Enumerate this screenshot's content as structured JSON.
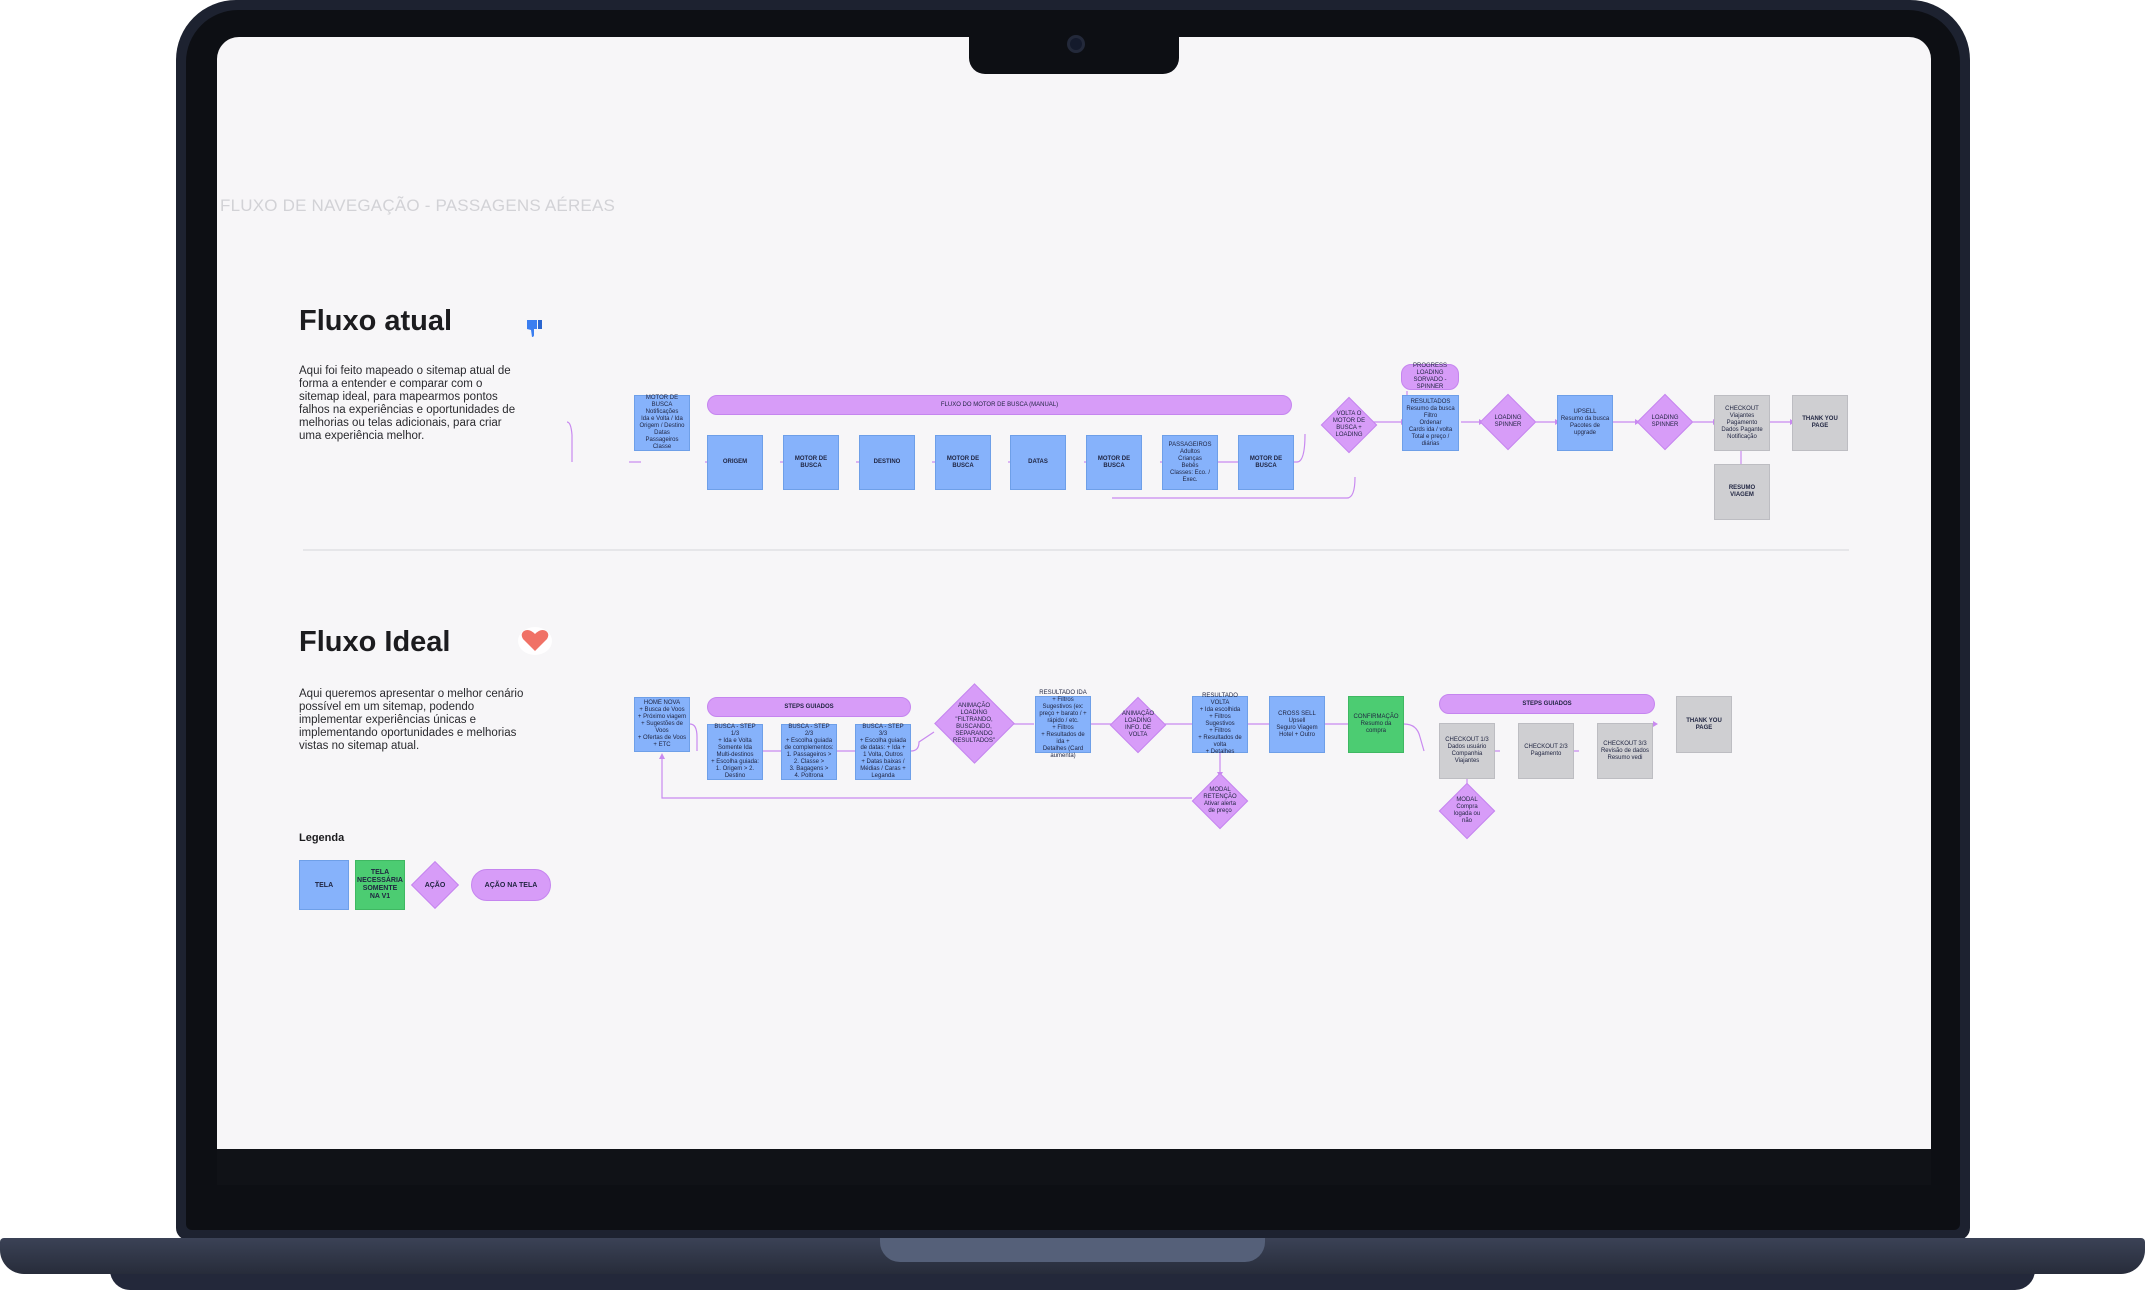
{
  "header": {
    "board_title": "FLUXO DE NAVEGAÇÃO - PASSAGENS AÉREAS"
  },
  "current": {
    "title": "Fluxo atual",
    "description": "Aqui foi feito mapeado o sitemap atual de forma a entender e comparar com o sitemap ideal, para mapearmos pontos falhos na experiências e oportunidades de melhorias ou telas adicionais, para criar uma experiência melhor.",
    "pill_main": "FLUXO DO MOTOR DE BUSCA (MANUAL)",
    "pill_progress": "PROGRESS LOADING\nSORVADO - SPINNER",
    "screens": {
      "motor_busca": "MOTOR DE BUSCA\nNotificações\nIda e Volta / Ida\nOrigem / Destino\nDatas\nPassageiros\nClasse",
      "origem": "ORIGEM",
      "motor1": "MOTOR DE BUSCA",
      "destino": "DESTINO",
      "motor2": "MOTOR DE BUSCA",
      "datas": "DATAS",
      "motor3": "MOTOR DE BUSCA",
      "passageiros": "PASSAGEIROS\nAdultos\nCrianças\nBebês\nClasses: Eco. / Exec.",
      "motor4": "MOTOR DE BUSCA",
      "resultados": "RESULTADOS\nResumo da busca\nFiltro\nOrdenar\nCards ida / volta\nTotal e preço / diárias",
      "upsell": "UPSELL\nResumo da busca\nPacotes de upgrade",
      "checkout": "CHECKOUT\nViajantes\nPagamento\nDados Pagante\nNotificação",
      "thankyou": "THANK YOU PAGE",
      "resumo": "RESUMO VIAGEM"
    },
    "actions": {
      "volta": "VOLTA O\nMOTOR DE\nBUSCA +\nLOADING",
      "loading1": "LOADING\nSPINNER",
      "loading2": "LOADING\nSPINNER"
    }
  },
  "ideal": {
    "title": "Fluxo Ideal",
    "description": "Aqui queremos apresentar o melhor cenário possível em um sitemap, podendo implementar experiências únicas e implementando oportunidades e melhorias vistas no sitemap atual.",
    "pill_steps": "STEPS GUIADOS",
    "pill_steps2": "STEPS GUIADOS",
    "screens": {
      "home": "HOME NOVA\n+ Busca de Voos\n+ Próximo viagem\n+ Sugestões de Voos\n+ Ofertas de Voos\n+ ETC",
      "busca1": "BUSCA - STEP 1/3\n+ Ida e Volta\nSomente Ida\nMulti-destinos\n+ Escolha guiada:\n1. Origem > 2. Destino",
      "busca2": "BUSCA - STEP 2/3\n+ Escolha guiada de complementos:\n1. Passageiros >\n2. Classe >\n3. Bagagens >\n4. Poltrona",
      "busca3": "BUSCA - STEP 3/3\n+ Escolha guiada de datas: + Ida + 1 Volta, Outros\n+ Datas baixas / Médias / Caras +\nLeganda",
      "resultado_ida": "RESULTADO IDA\n+ Filtros Sugestivos (ex: preço + barato / + rápido / etc.\n+ Filtros\n+ Resultados de ida +\nDetalhes (Card aumenta)",
      "resultado_volta": "RESULTADO VOLTA\n+ Ida escolhida\n+ Filtros Sugestivos\n+ Filtros\n+ Resultados de volta\n+ Detalhes",
      "cross_sell": "CROSS SELL\nUpsell\nSeguro Viagem\nHotel + Outro",
      "confirmacao": "CONFIRMAÇÃO\nResumo da compra",
      "checkout1": "CHECKOUT 1/3\nDados usuário\nCompanhia\nViajantes",
      "checkout2": "CHECKOUT 2/3\nPagamento",
      "checkout3": "CHECKOUT 3/3\nRevisão de dados\nResumo vedi",
      "thankyou": "THANK YOU PAGE"
    },
    "actions": {
      "animacao1": "ANIMAÇÃO\nLOADING\n\"FILTRANDO,\nBUSCANDO,\nSEPARANDO\nRESULTADOS\"",
      "animacao2": "ANIMAÇÃO\nLOADING\nINFO. DE\nVOLTA",
      "modal_retencao": "MODAL\nRETENÇÃO\nAtivar alerta\nde preço",
      "modal": "MODAL\nCompra\nlogada ou\nnão"
    }
  },
  "legend": {
    "title": "Legenda",
    "tela": "TELA",
    "tela_v1": "TELA\nNECESSÁRIA\nSOMENTE\nNA V1",
    "acao": "AÇÃO",
    "acao_tela": "AÇÃO NA TELA"
  },
  "icons": {
    "thumb": "thumbs-down-icon",
    "heart": "heart-icon"
  },
  "colors": {
    "screen": "#86b2fb",
    "action": "#d79cf8",
    "v1": "#4ccc72",
    "final": "#cfcfd2"
  }
}
